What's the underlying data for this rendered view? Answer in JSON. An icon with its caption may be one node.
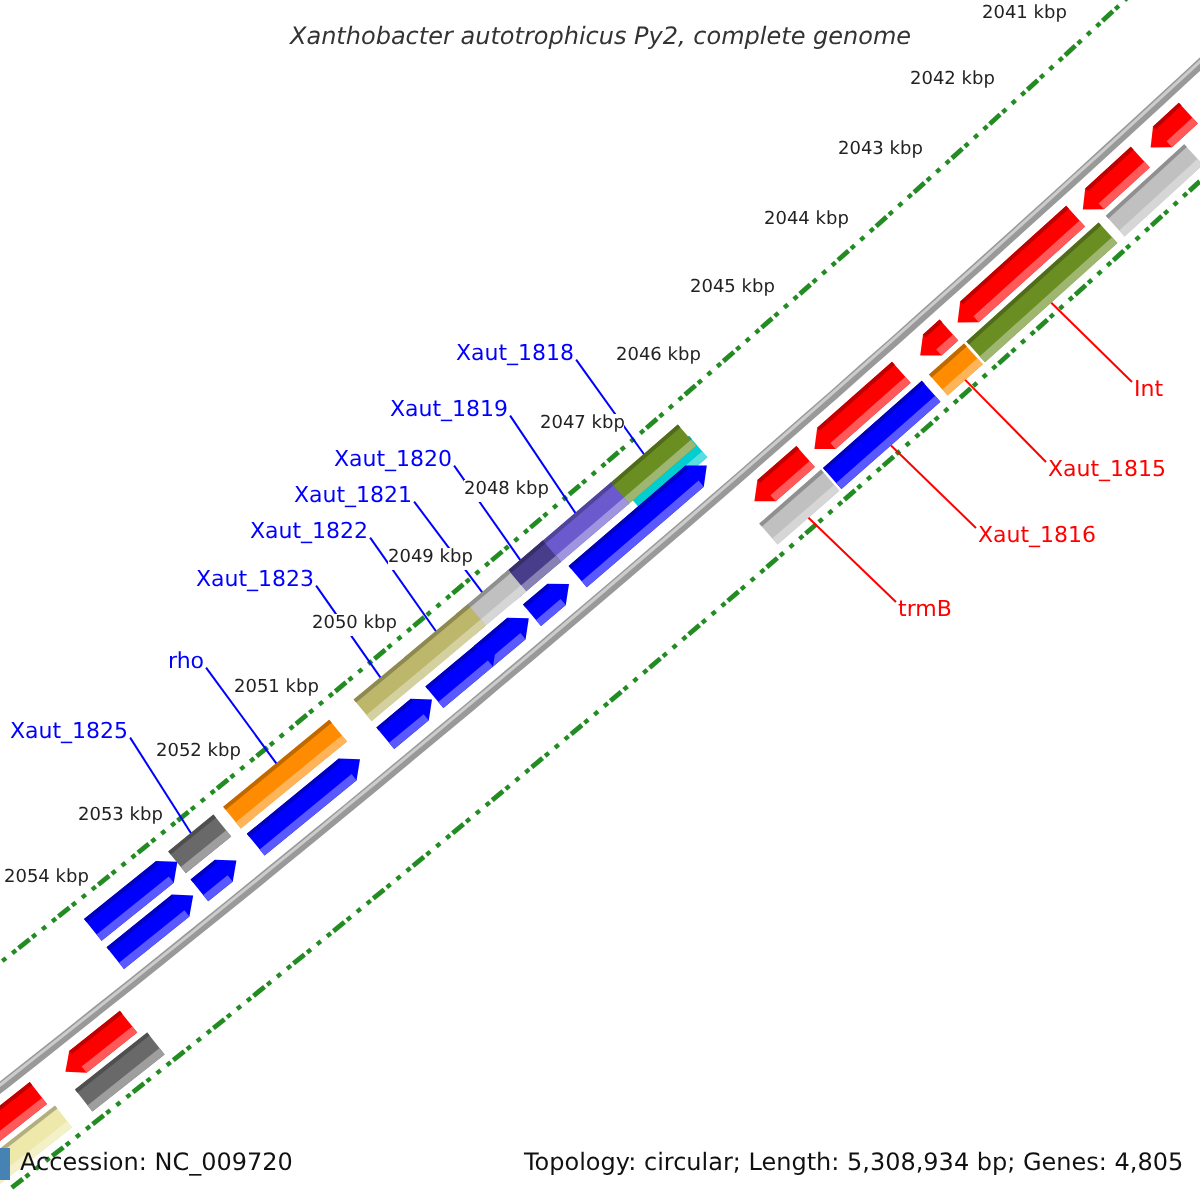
{
  "diagram": {
    "title": "Xanthobacter autotrophicus Py2, complete genome",
    "nodes": [
      {
        "text": [
          "Xaut_1818"
        ]
      },
      {
        "text": [
          "Xaut_1819"
        ]
      },
      {
        "text": [
          "Xaut_1820"
        ]
      },
      {
        "text": [
          "Xaut_1821"
        ]
      },
      {
        "text": [
          "Xaut_1822"
        ]
      },
      {
        "text": [
          "Xaut_1823"
        ]
      },
      {
        "text": [
          "rho"
        ]
      },
      {
        "text": [
          "Xaut_1825"
        ]
      },
      {
        "text": [
          "Int"
        ]
      },
      {
        "text": [
          "Xaut_1815"
        ]
      },
      {
        "text": [
          "Xaut_1816"
        ]
      },
      {
        "text": [
          "trmB"
        ]
      },
      {
        "text": [],
        "shape": "bar"
      },
      {
        "text": [],
        "shape": "bar"
      },
      {
        "text": [],
        "shape": "bar"
      },
      {
        "text": [],
        "shape": "bar"
      },
      {
        "text": [],
        "shape": "bar"
      },
      {
        "text": [],
        "shape": "bar"
      },
      {
        "text": [],
        "shape": "bar"
      },
      {
        "text": [],
        "shape": "bar"
      },
      {
        "text": [],
        "shape": "bar"
      },
      {
        "text": [],
        "shape": "bar"
      },
      {
        "text": [],
        "shape": "bar"
      },
      {
        "text": [],
        "shape": "bar"
      }
    ],
    "edges": [
      {
        "from": 0,
        "to": 12,
        "arrow": "none"
      },
      {
        "from": 1,
        "to": 13,
        "arrow": "none"
      },
      {
        "from": 2,
        "to": 14,
        "arrow": "none"
      },
      {
        "from": 3,
        "to": 15,
        "arrow": "none"
      },
      {
        "from": 4,
        "to": 16,
        "arrow": "none"
      },
      {
        "from": 5,
        "to": 17,
        "arrow": "none"
      },
      {
        "from": 6,
        "to": 18,
        "arrow": "none"
      },
      {
        "from": 7,
        "to": 19,
        "arrow": "none"
      },
      {
        "from": 8,
        "to": 20,
        "arrow": "none",
        "color": "#ff0000"
      },
      {
        "from": 9,
        "to": 21,
        "arrow": "none",
        "color": "#ff0000"
      },
      {
        "from": 10,
        "to": 22,
        "arrow": "none",
        "color": "#ff0000"
      },
      {
        "from": 11,
        "to": 23,
        "arrow": "none",
        "color": "#ff0000"
      }
    ],
    "labels": [
      "2041 kbp",
      "2042 kbp",
      "2043 kbp",
      "2044 kbp",
      "2045 kbp",
      "2046 kbp",
      "2047 kbp",
      "2048 kbp",
      "2049 kbp",
      "2050 kbp",
      "2051 kbp",
      "2052 kbp",
      "2053 kbp",
      "2054 kbp",
      "Accession: NC_009720",
      "Topology: circular; Length: 5,308,934 bp; Genes: 4,805"
    ]
  }
}
